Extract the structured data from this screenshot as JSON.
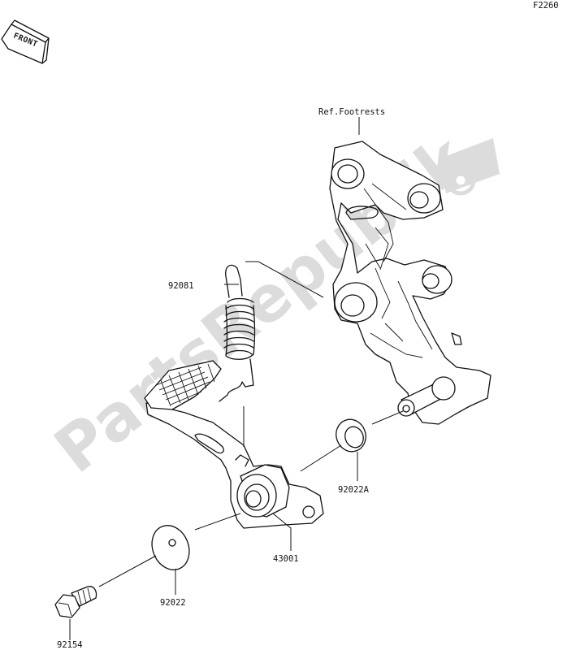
{
  "figure_code": "F2260",
  "front_badge": "FRONT",
  "watermark": "PartsRepublik",
  "parts": [
    {
      "id": "ref",
      "label": "Ref.Footrests"
    },
    {
      "id": "spring",
      "label": "92081"
    },
    {
      "id": "washer_a",
      "label": "92022A"
    },
    {
      "id": "pedal",
      "label": "43001"
    },
    {
      "id": "washer",
      "label": "92022"
    },
    {
      "id": "bolt",
      "label": "92154"
    }
  ],
  "colors": {
    "ink": "#111111",
    "watermark": "#d9d9d9"
  }
}
